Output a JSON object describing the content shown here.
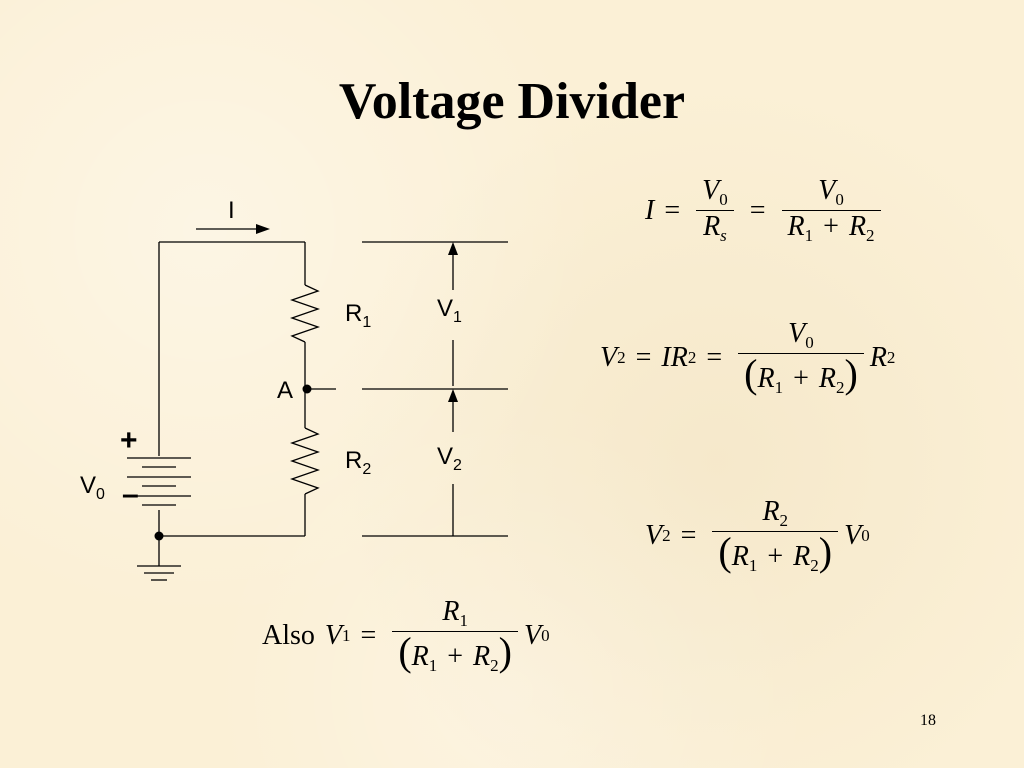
{
  "title": "Voltage Divider",
  "circuit": {
    "current_label": "I",
    "r1": "R",
    "r1_sub": "1",
    "r2": "R",
    "r2_sub": "2",
    "v1": "V",
    "v1_sub": "1",
    "v2": "V",
    "v2_sub": "2",
    "node_a": "A",
    "source": "V",
    "source_sub": "0",
    "plus": "+",
    "minus": "–"
  },
  "eq1": {
    "lhs": "I",
    "eq": "=",
    "num1": "V",
    "num1_sub": "0",
    "den1": "R",
    "den1_sub": "s",
    "num2": "V",
    "num2_sub": "0",
    "den2a": "R",
    "den2a_sub": "1",
    "plus": "+",
    "den2b": "R",
    "den2b_sub": "2"
  },
  "eq2": {
    "lhs": "V",
    "lhs_sub": "2",
    "mid": "IR",
    "mid_sub": "2",
    "eq": "=",
    "num": "V",
    "num_sub": "0",
    "den_a": "R",
    "den_a_sub": "1",
    "plus": "+",
    "den_b": "R",
    "den_b_sub": "2",
    "tail": "R",
    "tail_sub": "2"
  },
  "eq3": {
    "lhs": "V",
    "lhs_sub": "2",
    "eq": "=",
    "num": "R",
    "num_sub": "2",
    "den_a": "R",
    "den_a_sub": "1",
    "plus": "+",
    "den_b": "R",
    "den_b_sub": "2",
    "tail": "V",
    "tail_sub": "0"
  },
  "eq4": {
    "prefix": "Also",
    "lhs": "V",
    "lhs_sub": "1",
    "eq": "=",
    "num": "R",
    "num_sub": "1",
    "den_a": "R",
    "den_a_sub": "1",
    "plus": "+",
    "den_b": "R",
    "den_b_sub": "2",
    "tail": "V",
    "tail_sub": "0"
  },
  "slide_number": "18"
}
